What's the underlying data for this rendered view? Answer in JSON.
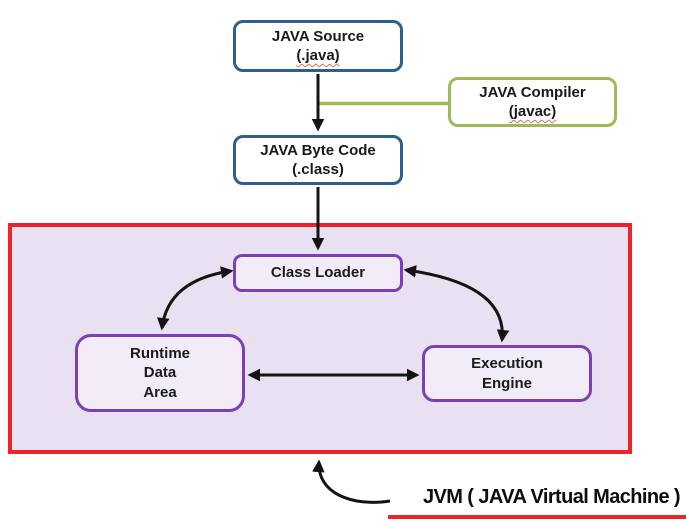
{
  "diagram": {
    "title": "JVM ( JAVA Virtual Machine )",
    "nodes": {
      "java_source": {
        "line1": "JAVA Source",
        "line2": "(.java)"
      },
      "java_compiler": {
        "line1": "JAVA Compiler",
        "line2": "(javac)"
      },
      "java_byte_code": {
        "line1": "JAVA Byte Code",
        "line2": "(.class)"
      },
      "class_loader": {
        "label": "Class Loader"
      },
      "runtime_data_area": {
        "line1": "Runtime",
        "line2": "Data",
        "line3": "Area"
      },
      "execution_engine": {
        "line1": "Execution",
        "line2": "Engine"
      }
    },
    "colors": {
      "blue": "#2d5f8f",
      "green": "#9bbb59",
      "purple": "#7c3fb5",
      "red": "#ee2229",
      "jvm_fill": "#e9e1f1",
      "node_fill": "#f2ebf8",
      "arrow": "#141414",
      "text": "#1a1a1a",
      "bg": "#ffffff"
    }
  }
}
